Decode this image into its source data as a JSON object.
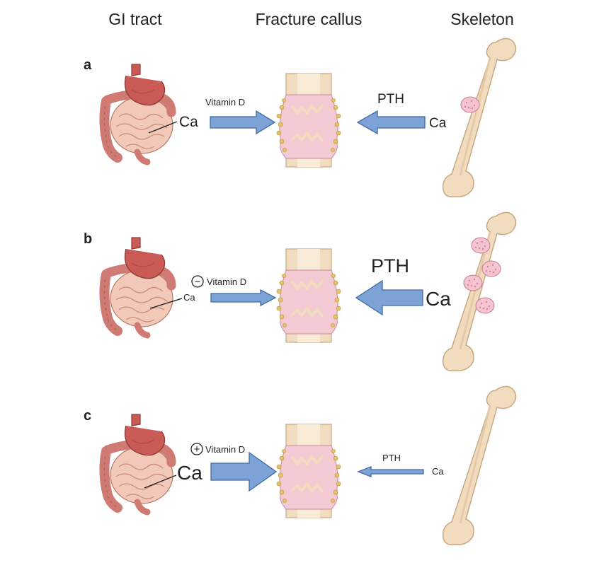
{
  "headers": {
    "gi_tract": "GI tract",
    "callus": "Fracture callus",
    "skeleton": "Skeleton"
  },
  "panels": [
    {
      "letter": "a",
      "ca_gi": "Ca",
      "vitamin": "Vitamin D",
      "vitamin_sign": "",
      "pth": "PTH",
      "ca_skeleton": "Ca"
    },
    {
      "letter": "b",
      "ca_gi": "Ca",
      "vitamin": "Vitamin D",
      "vitamin_sign": "−",
      "pth": "PTH",
      "ca_skeleton": "Ca"
    },
    {
      "letter": "c",
      "ca_gi": "Ca",
      "vitamin": "Vitamin D",
      "vitamin_sign": "+",
      "pth": "PTH",
      "ca_skeleton": "Ca"
    }
  ],
  "colors": {
    "arrow_fill": "#7da3d6",
    "arrow_stroke": "#3f6aa6",
    "bone": "#f1dcc0",
    "bone_stroke": "#c9a882",
    "callus": "#f3c9d3",
    "callus_dots": "#e7c36a",
    "stomach": "#c95a55",
    "intestine": "#f2c9b8",
    "colon": "#cf7a72",
    "resorption": "#f4c4d1"
  }
}
